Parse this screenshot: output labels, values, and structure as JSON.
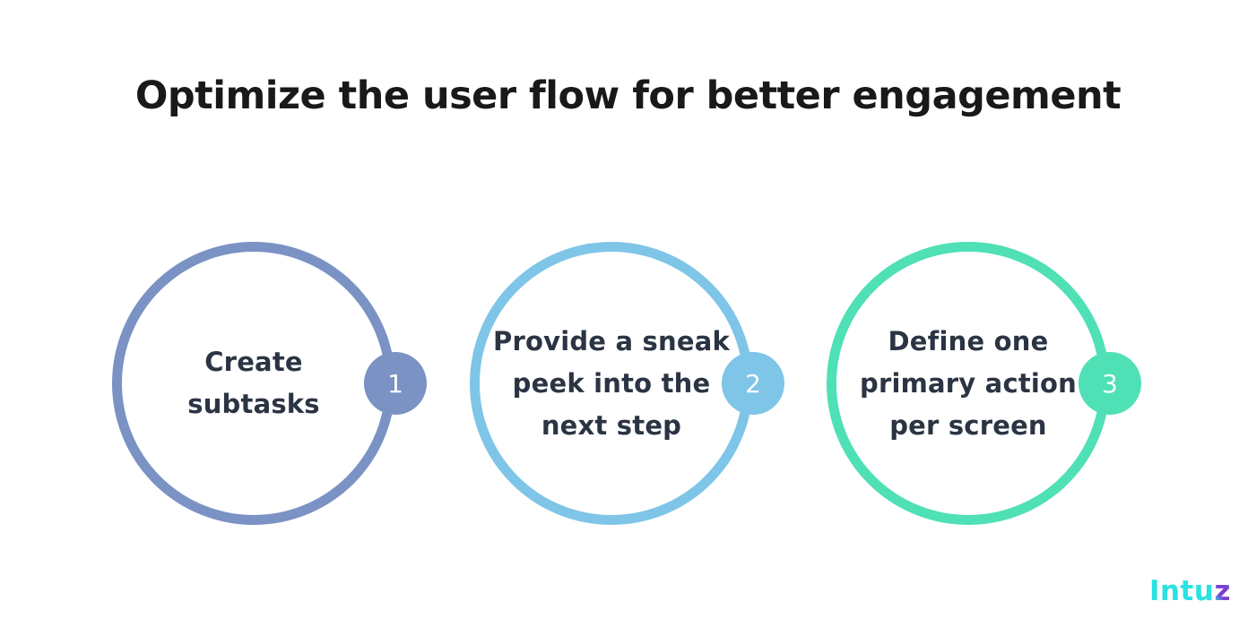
{
  "page": {
    "title": "Optimize the user flow for better engagement",
    "background_color": "#ffffff",
    "title_color": "#191919",
    "body_text_color": "#2B3443"
  },
  "steps": [
    {
      "number": "1",
      "lines": [
        "Create",
        "subtasks"
      ],
      "label": "Create subtasks",
      "color": "#7A92C4"
    },
    {
      "number": "2",
      "lines": [
        "Provide a sneak",
        "peek into the",
        "next step"
      ],
      "label": "Provide a sneak peek into the next step",
      "color": "#7EC5E8"
    },
    {
      "number": "3",
      "lines": [
        "Define one",
        "primary action",
        "per screen"
      ],
      "label": "Define one primary action per screen",
      "color": "#4FE0B5"
    }
  ],
  "logo": {
    "prefix": "Intu",
    "suffix": "z",
    "primary_color": "#2BE2E2",
    "accent_color": "#7B3FD6"
  }
}
